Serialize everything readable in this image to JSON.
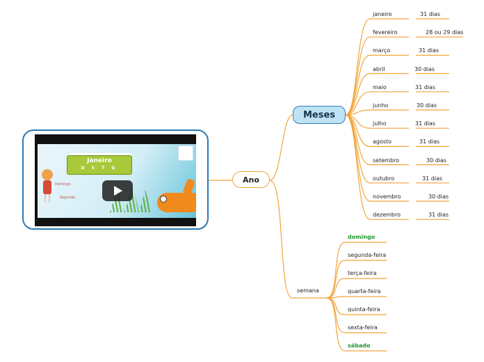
{
  "root": {
    "label": "Ano"
  },
  "meses": {
    "label": "Meses",
    "items": [
      {
        "month": "janeiro",
        "days": "31 dias"
      },
      {
        "month": "fevereiro",
        "days": "28 ou 29 dias"
      },
      {
        "month": "março",
        "days": "31 dias"
      },
      {
        "month": "abril",
        "days": "30 dias"
      },
      {
        "month": "maio",
        "days": "31 dias"
      },
      {
        "month": "junho",
        "days": "30 dias"
      },
      {
        "month": "julho",
        "days": "31 dias"
      },
      {
        "month": "agosto",
        "days": "31 dias"
      },
      {
        "month": "setembro",
        "days": "30 dias"
      },
      {
        "month": "outubro",
        "days": "31 dias"
      },
      {
        "month": "novembro",
        "days": "30 dias"
      },
      {
        "month": "dezembro",
        "days": "31 dias"
      }
    ]
  },
  "semana": {
    "label": "semana",
    "days": [
      {
        "label": "domingo",
        "weekend": true
      },
      {
        "label": "segunda-feira",
        "weekend": false
      },
      {
        "label": "terça-feira",
        "weekend": false
      },
      {
        "label": "quarta-feira",
        "weekend": false
      },
      {
        "label": "quinta-feira",
        "weekend": false
      },
      {
        "label": "sexta-feira",
        "weekend": false
      },
      {
        "label": "sábado",
        "weekend": true
      }
    ]
  },
  "video": {
    "card_title": "Janeiro",
    "card_days": "D S T Q",
    "tag1": "Domingo",
    "tag2": "Segunda"
  },
  "colors": {
    "branch": "#f2a43a",
    "meses_fill": "#bfe3f5",
    "meses_border": "#2f7fb8",
    "weekend_text": "#1e9a2e",
    "video_border": "#2a79b5"
  }
}
